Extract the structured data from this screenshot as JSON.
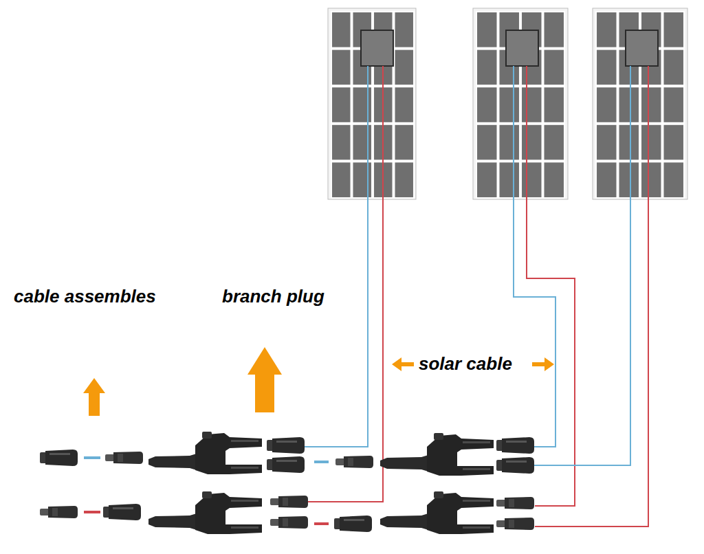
{
  "diagram": {
    "labels": [
      "cable assembles",
      "branch plug",
      "solar cable"
    ]
  }
}
